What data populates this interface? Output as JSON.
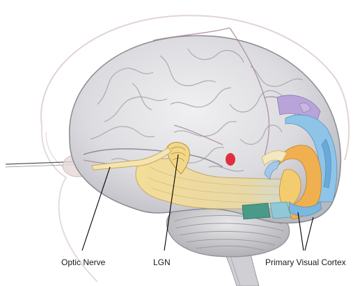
{
  "labels": {
    "optic_nerve": "Optic Nerve",
    "lgn": "LGN",
    "primary_visual_cortex": "Primary Visual Cortex"
  },
  "colors": {
    "brain_tissue": "#d8d8dc",
    "sulci": "#9a9aa2",
    "blood_vessels": "#9c7a8c",
    "optic_radiation": "#f0d890",
    "visual_cortex_blue": "#8ec4e8",
    "visual_cortex_purple": "#b8a4d8",
    "visual_cortex_orange": "#f0b050",
    "visual_cortex_teal": "#4a9a88",
    "red_spot": "#e03040",
    "leader_lines": "#000000"
  }
}
